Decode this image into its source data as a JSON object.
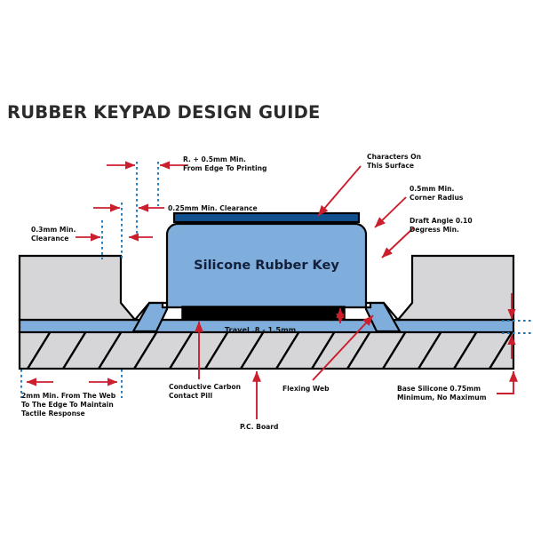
{
  "page": {
    "title": "RUBBER KEYPAD DESIGN GUIDE",
    "background_color": "#ffffff"
  },
  "colors": {
    "silicone_blue": "#7FAEDC",
    "print_strip_navy": "#10508F",
    "housing_gray": "#D6D6D8",
    "pcb_gray": "#D6D6D8",
    "contact_pill_black": "#000000",
    "outline_black": "#000000",
    "dimension_red": "#CC1F2D",
    "guide_blue_dotted": "#1B77B8",
    "title_text": "#2B2B2B",
    "label_text": "#111111"
  },
  "diagram": {
    "name": "rubber-keypad-cross-section",
    "key_body_label": "Silicone Rubber Key",
    "travel_label": "Travel .8 - 1.5mm"
  },
  "annotations": [
    {
      "id": "edge-to-printing",
      "text_lines": [
        "R. + 0.5mm Min.",
        "From Edge To Printing"
      ],
      "kind": "dimension"
    },
    {
      "id": "min-clearance-025",
      "text_lines": [
        "0.25mm Min. Clearance"
      ],
      "kind": "dimension"
    },
    {
      "id": "min-clearance-03",
      "text_lines": [
        "0.3mm Min.",
        "Clearance"
      ],
      "kind": "dimension"
    },
    {
      "id": "characters-on-surface",
      "text_lines": [
        "Characters On",
        "This Surface"
      ],
      "kind": "leader"
    },
    {
      "id": "corner-radius",
      "text_lines": [
        "0.5mm Min.",
        "Corner Radius"
      ],
      "kind": "leader"
    },
    {
      "id": "draft-angle",
      "text_lines": [
        "Draft Angle 0.10",
        "Degress Min."
      ],
      "kind": "leader"
    },
    {
      "id": "travel",
      "text_lines": [
        "Travel .8 - 1.5mm"
      ],
      "kind": "dimension"
    },
    {
      "id": "web-to-edge",
      "text_lines": [
        "2mm Min. From The Web",
        "To The Edge To Maintain",
        "Tactile Response"
      ],
      "kind": "dimension"
    },
    {
      "id": "contact-pill",
      "text_lines": [
        "Conductive Carbon",
        "Contact Pill"
      ],
      "kind": "leader"
    },
    {
      "id": "flexing-web",
      "text_lines": [
        "Flexing Web"
      ],
      "kind": "leader"
    },
    {
      "id": "pc-board",
      "text_lines": [
        "P.C. Board"
      ],
      "kind": "leader"
    },
    {
      "id": "base-silicone",
      "text_lines": [
        "Base Silicone 0.75mm",
        "Minimum, No Maximum"
      ],
      "kind": "leader"
    }
  ]
}
